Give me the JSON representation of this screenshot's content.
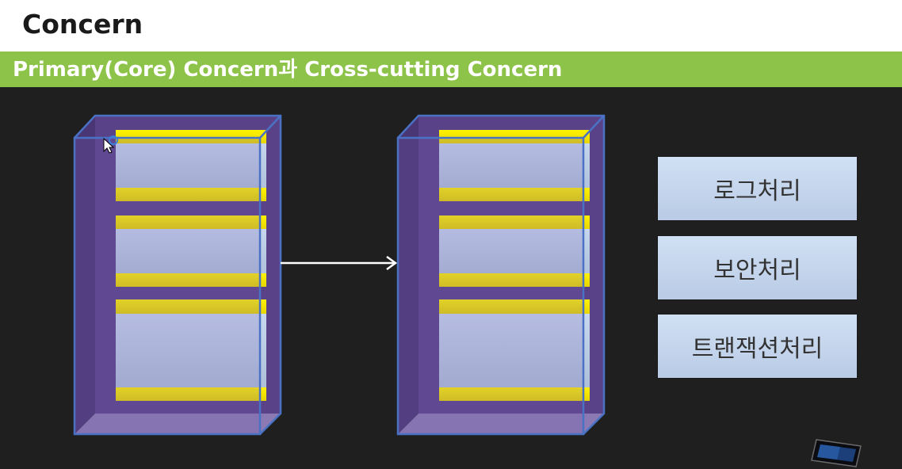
{
  "slide": {
    "title": "Concern",
    "subtitle": "Primary(Core) Concern과 Cross-cutting Concern"
  },
  "concerns": [
    {
      "label": "로그처리"
    },
    {
      "label": "보안처리"
    },
    {
      "label": "트랜잭션처리"
    }
  ],
  "colors": {
    "header_bg": "#ffffff",
    "subtitle_bar": "#8ec34a",
    "background": "#1f1f1f",
    "box_purple": "#6b4f9c",
    "box_edge": "#4a72c4",
    "module_fill": "#c8daf2",
    "stripe_yellow": "#ffea00",
    "concern_box": "#c8d9f0"
  },
  "icons": [
    "cursor-icon",
    "arrow-right-icon",
    "monitor-icon"
  ]
}
